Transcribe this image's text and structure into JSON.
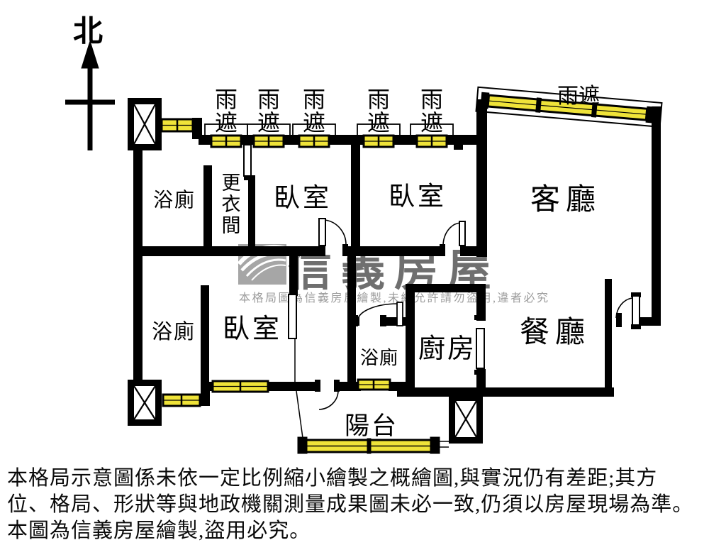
{
  "north": {
    "label": "北"
  },
  "rooms": {
    "bath_top": "浴廁",
    "dressing": "更衣間",
    "bedroom1": "臥室",
    "bedroom2": "臥室",
    "living": "客廳",
    "bath_mid": "浴廁",
    "bedroom3": "臥室",
    "bath_small": "浴廁",
    "kitchen": "廚房",
    "dining": "餐廳",
    "balcony": "陽台"
  },
  "canopy": {
    "label": "雨遮"
  },
  "watermark": {
    "brand": "信義房屋",
    "notice": "本格局圖為信義房屋繪製,未經允許請勿盜用,違者必究"
  },
  "disclaimer": {
    "line1": "本格局示意圖係未依一定比例縮小繪製之概繪圖,與實況仍有差距;其方",
    "line2": "位、格局、形狀等與地政機關測量成果圖未必一致,仍須以房屋現場為準。",
    "line3": "本圖為信義房屋繪製,盜用必究。"
  },
  "colors": {
    "wall": "#000000",
    "window_fill": "#EFE339",
    "watermark_text": "#6F6F6F",
    "watermark_small": "#9C9C9C",
    "logo_gray": "#A6A6A6"
  }
}
